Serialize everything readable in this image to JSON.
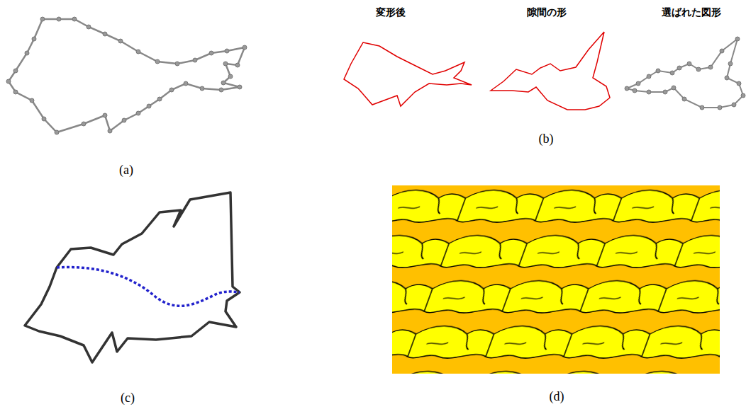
{
  "diagram": {
    "labels": [
      "(a)",
      "変形後",
      "隙間の形",
      "選ばれた図形",
      "(b)",
      "(c)",
      "(d)"
    ]
  }
}
